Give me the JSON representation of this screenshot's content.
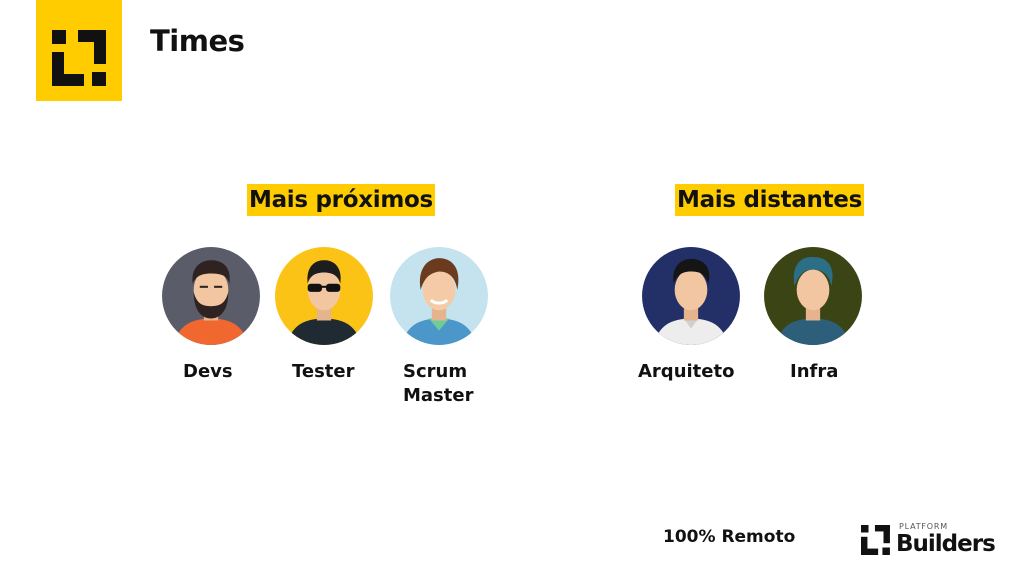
{
  "slide": {
    "title": "Times",
    "logo_icon": "platform-builders-logo-icon",
    "accent_color": "#FFCC00"
  },
  "groups": {
    "near": {
      "heading": "Mais próximos",
      "members": [
        {
          "label": "Devs",
          "icon": "developer-avatar-icon",
          "bg": "#5A5D69"
        },
        {
          "label": "Tester",
          "icon": "tester-avatar-icon",
          "bg": "#FBC316"
        },
        {
          "label": "Scrum Master",
          "label_line1": "Scrum",
          "label_line2": "Master",
          "icon": "scrum-master-avatar-icon",
          "bg": "#C4E3EE"
        }
      ]
    },
    "far": {
      "heading": "Mais distantes",
      "members": [
        {
          "label": "Arquiteto",
          "icon": "architect-avatar-icon",
          "bg": "#233067"
        },
        {
          "label": "Infra",
          "icon": "infra-avatar-icon",
          "bg": "#3B4414"
        }
      ]
    }
  },
  "footer": {
    "remote_text": "100% Remoto",
    "brand_small": "PLATFORM",
    "brand_name": "Builders"
  }
}
